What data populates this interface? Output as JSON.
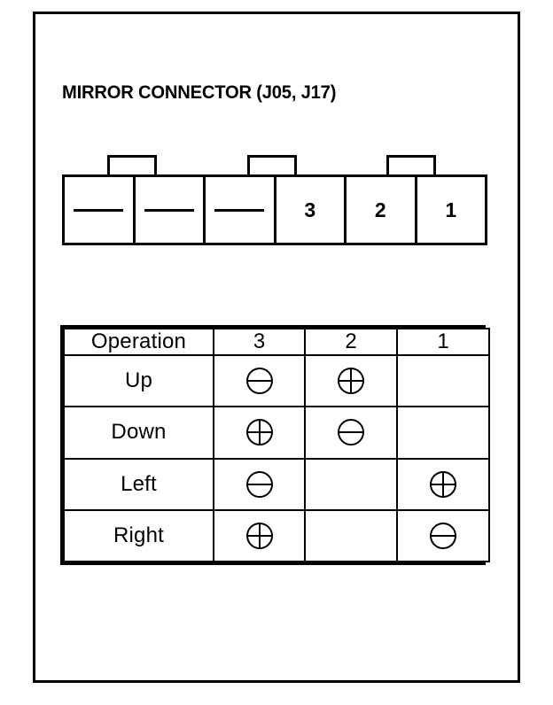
{
  "diagram": {
    "title": "MIRROR CONNECTOR (J05, J17)",
    "ink_color": "#000000",
    "background_color": "#ffffff"
  },
  "connector": {
    "name": "mirror-connector",
    "tab_count": 3,
    "cells": [
      {
        "label": "—",
        "type": "blank"
      },
      {
        "label": "—",
        "type": "blank"
      },
      {
        "label": "—",
        "type": "blank"
      },
      {
        "label": "3",
        "type": "pin"
      },
      {
        "label": "2",
        "type": "pin"
      },
      {
        "label": "1",
        "type": "pin"
      }
    ]
  },
  "operation_table": {
    "columns": [
      "Operation",
      "3",
      "2",
      "1"
    ],
    "rows": [
      {
        "operation": "Up",
        "pin3": "minus",
        "pin2": "plus",
        "pin1": ""
      },
      {
        "operation": "Down",
        "pin3": "plus",
        "pin2": "minus",
        "pin1": ""
      },
      {
        "operation": "Left",
        "pin3": "minus",
        "pin2": "",
        "pin1": "plus"
      },
      {
        "operation": "Right",
        "pin3": "plus",
        "pin2": "",
        "pin1": "minus"
      }
    ],
    "legend": {
      "plus_symbol": "⊕",
      "minus_symbol": "⊖"
    }
  }
}
